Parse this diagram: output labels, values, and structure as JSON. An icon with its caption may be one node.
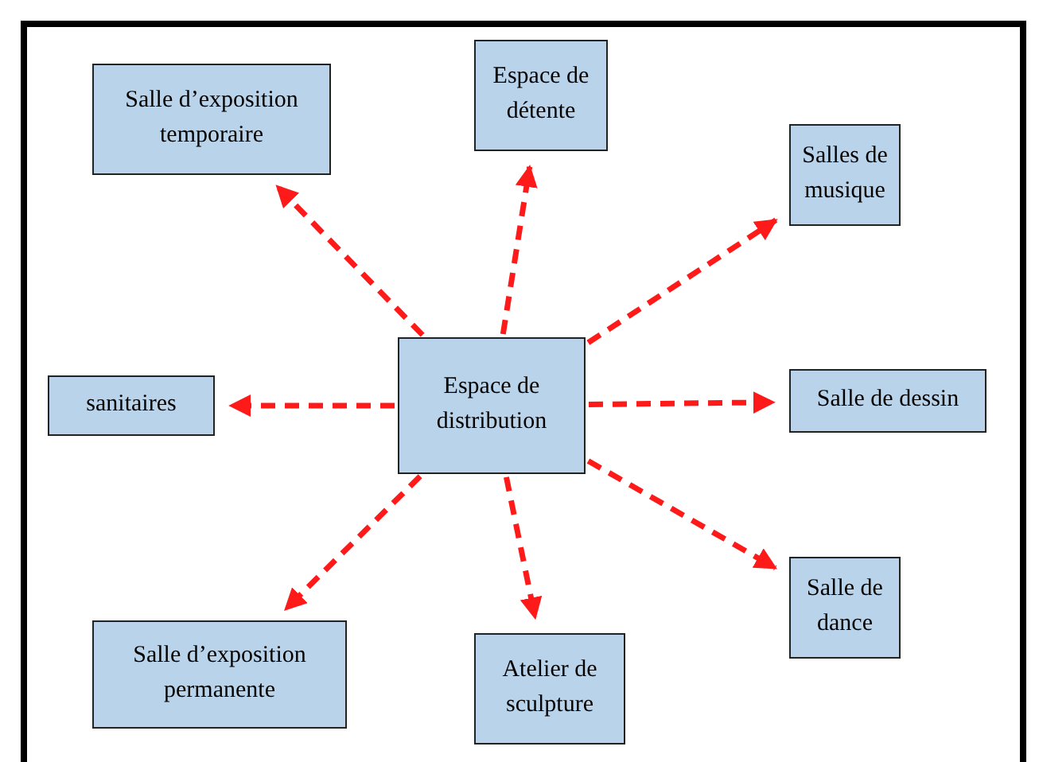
{
  "diagram": {
    "nodes": [
      {
        "text": [
          "Espace de distribution"
        ]
      },
      {
        "text": [
          "Salle d’exposition temporaire"
        ]
      },
      {
        "text": [
          "Espace de détente"
        ]
      },
      {
        "text": [
          "Salles de musique"
        ]
      },
      {
        "text": [
          "sanitaires"
        ]
      },
      {
        "text": [
          "Salle de dessin"
        ]
      },
      {
        "text": [
          "Salle d’exposition permanente"
        ]
      },
      {
        "text": [
          "Atelier de sculpture"
        ]
      },
      {
        "text": [
          "Salle de dance"
        ]
      }
    ],
    "edges": [
      {
        "from": 0,
        "to": 1,
        "arrow": "to",
        "style": "dashed"
      },
      {
        "from": 0,
        "to": 2,
        "arrow": "to",
        "style": "dashed"
      },
      {
        "from": 0,
        "to": 3,
        "arrow": "to",
        "style": "dashed"
      },
      {
        "from": 0,
        "to": 4,
        "arrow": "to",
        "style": "dashed"
      },
      {
        "from": 0,
        "to": 5,
        "arrow": "to",
        "style": "dashed"
      },
      {
        "from": 0,
        "to": 6,
        "arrow": "to",
        "style": "dashed"
      },
      {
        "from": 0,
        "to": 7,
        "arrow": "to",
        "style": "dashed"
      },
      {
        "from": 0,
        "to": 8,
        "arrow": "to",
        "style": "dashed"
      }
    ]
  }
}
